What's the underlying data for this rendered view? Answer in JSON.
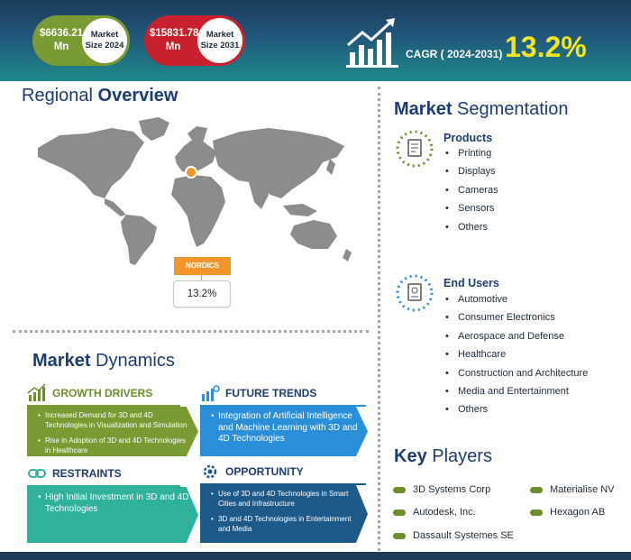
{
  "header": {
    "market_2024_value": "$6636.21 Mn",
    "market_2024_label": "Market Size 2024",
    "market_2031_value": "$15831.78 Mn",
    "market_2031_label": "Market Size 2031",
    "cagr_label": "CAGR ( 2024-2031)",
    "cagr_value": "13.2%"
  },
  "regional": {
    "title_light": "Regional",
    "title_bold": "Overview",
    "region_name": "NORDICS",
    "region_cagr": "13.2%"
  },
  "dynamics": {
    "title_bold": "Market",
    "title_light": "Dynamics",
    "growth_drivers": {
      "heading": "GROWTH DRIVERS",
      "items": [
        "Increased Demand for 3D and 4D Technologies in Visualization and Simulation",
        "Rise in Adoption of 3D and 4D Technologies in Healthcare"
      ]
    },
    "future_trends": {
      "heading": "FUTURE TRENDS",
      "items": [
        "Integration of Artificial Intelligence and Machine Learning with 3D and 4D Technologies"
      ]
    },
    "restraints": {
      "heading": "RESTRAINTS",
      "items": [
        "High Initial Investment in 3D and 4D Technologies"
      ]
    },
    "opportunity": {
      "heading": "OPPORTUNITY",
      "items": [
        "Use of 3D and 4D Technologies in Smart Cities and Infrastructure",
        "3D and 4D Technologies in Entertainment and Media"
      ]
    }
  },
  "segmentation": {
    "title_bold": "Market",
    "title_light": "Segmentation",
    "products": {
      "heading": "Products",
      "items": [
        "Printing",
        "Displays",
        "Cameras",
        "Sensors",
        "Others"
      ]
    },
    "end_users": {
      "heading": "End Users",
      "items": [
        "Automotive",
        "Consumer Electronics",
        "Aerospace and Defense",
        "Healthcare",
        "Construction and Architecture",
        "Media and Entertainment",
        "Others"
      ]
    }
  },
  "key_players": {
    "title_bold": "Key",
    "title_light": "Players",
    "items": [
      "3D Systems Corp",
      "Materialise NV",
      "Autodesk, Inc.",
      "Hexagon AB",
      "Dassault Systemes SE"
    ]
  },
  "colors": {
    "navy": "#1d3c73",
    "green": "#7a9a34",
    "red": "#c8202c",
    "orange": "#f2962b",
    "blue": "#2a8fd8",
    "teal": "#2fb19c",
    "dark_blue": "#1d5a8a",
    "cagr_yellow": "#f2e425"
  }
}
